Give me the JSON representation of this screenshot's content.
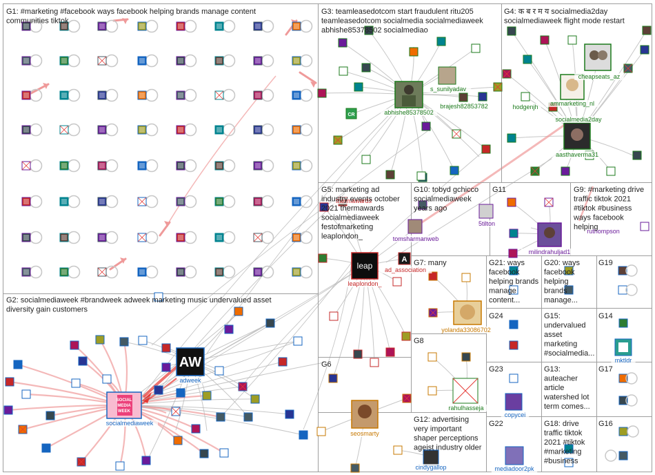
{
  "groups": [
    {
      "id": "G1",
      "title_lines": [
        "G1: #marketing #facebook ways facebook helping brands manage content",
        "communities tiktok"
      ]
    },
    {
      "id": "G2",
      "title_lines": [
        "G2: socialmediaweek #brandweek adweek marketing music undervalued asset",
        "diversity gain customers"
      ]
    },
    {
      "id": "G3",
      "title_lines": [
        "G3: teamleasedotcom start fraudulent ritu205",
        "teamleasedotcom socialmedia socialmediaweek",
        "abhishe85378502 socialmediao"
      ]
    },
    {
      "id": "G4",
      "title_lines": [
        "G4: क ब र म य socialmedia2day",
        "socialmediaweek flight mode restart"
      ]
    },
    {
      "id": "G5",
      "title_lines": [
        "G5: marketing ad",
        "industry events october",
        "2021 thermawards",
        "socialmediaweek",
        "festofmarketing",
        "leaplondon_"
      ]
    },
    {
      "id": "G6",
      "title_lines": [
        "G6"
      ]
    },
    {
      "id": "G7",
      "title_lines": [
        "G7: many"
      ]
    },
    {
      "id": "G8",
      "title_lines": [
        "G8"
      ]
    },
    {
      "id": "G9",
      "title_lines": [
        "G9: #marketing drive",
        "traffic tiktok 2021",
        "#tiktok #business",
        "ways facebook",
        "helping"
      ]
    },
    {
      "id": "G10",
      "title_lines": [
        "G10: tobyd gchicco",
        "socialmediaweek",
        "years ago"
      ]
    },
    {
      "id": "G11",
      "title_lines": [
        "G11"
      ]
    },
    {
      "id": "G12",
      "title_lines": [
        "G12: advertising",
        "very important",
        "shaper perceptions",
        "ageist industry older"
      ]
    },
    {
      "id": "G13",
      "title_lines": [
        "G13:",
        "auteacher",
        "article",
        "watershed lot",
        "term comes..."
      ]
    },
    {
      "id": "G14",
      "title_lines": [
        "G14"
      ]
    },
    {
      "id": "G15",
      "title_lines": [
        "G15:",
        "undervalued",
        "asset",
        "marketing",
        "#socialmedia..."
      ]
    },
    {
      "id": "G16",
      "title_lines": [
        "G16"
      ]
    },
    {
      "id": "G17",
      "title_lines": [
        "G17"
      ]
    },
    {
      "id": "G18",
      "title_lines": [
        "G18: drive",
        "traffic tiktok",
        "2021 #tiktok",
        "#marketing",
        "#business"
      ]
    },
    {
      "id": "G19",
      "title_lines": [
        "G19"
      ]
    },
    {
      "id": "G20",
      "title_lines": [
        "G20: ways",
        "facebook",
        "helping",
        "brands",
        "manage..."
      ]
    },
    {
      "id": "G21",
      "title_lines": [
        "G21: ways",
        "facebook",
        "helping brands",
        "manage",
        "content..."
      ]
    },
    {
      "id": "G22",
      "title_lines": [
        "G22"
      ]
    },
    {
      "id": "G23",
      "title_lines": [
        "G23"
      ]
    },
    {
      "id": "G24",
      "title_lines": [
        "G24"
      ]
    }
  ],
  "node_labels": [
    {
      "id": "adweek",
      "text": "adweek",
      "color": "#1565c0"
    },
    {
      "id": "socialmediaweek",
      "text": "socialmediaweek",
      "color": "#1565c0"
    },
    {
      "id": "abhishe85378502",
      "text": "abhishe85378502",
      "color": "#1b7a1b"
    },
    {
      "id": "s_sunilyadav",
      "text": "s_sunilyadav",
      "color": "#1b7a1b"
    },
    {
      "id": "brajesh82853782",
      "text": "brajesh82853782",
      "color": "#1b7a1b"
    },
    {
      "id": "hodgenjh",
      "text": "hodgenjh",
      "color": "#1b7a1b"
    },
    {
      "id": "ammarketing_nl",
      "text": "ammarketing_nl",
      "color": "#1b7a1b"
    },
    {
      "id": "cheapseats_az",
      "text": "cheapseats_az",
      "color": "#1b7a1b"
    },
    {
      "id": "socialmedia2day",
      "text": "socialmedia2day",
      "color": "#1b7a1b"
    },
    {
      "id": "aasthaverma31",
      "text": "aasthaverma31",
      "color": "#1b7a1b"
    },
    {
      "id": "leaplondon_",
      "text": "leaplondon_",
      "color": "#c62828"
    },
    {
      "id": "ad_association",
      "text": "ad_association",
      "color": "#c62828"
    },
    {
      "id": "thermawards",
      "text": "thermawards",
      "color": "#c62828"
    },
    {
      "id": "tomsharmanweb",
      "text": "tomsharmanweb",
      "color": "#6a1b9a"
    },
    {
      "id": "5tilton",
      "text": "5tilton",
      "color": "#6a1b9a"
    },
    {
      "id": "milindrahuljad1",
      "text": "milindrahuljad1",
      "color": "#6a1b9a"
    },
    {
      "id": "ruthompson",
      "text": "ruthompson",
      "color": "#6a1b9a"
    },
    {
      "id": "yolanda33086702",
      "text": "yolanda33086702",
      "color": "#c77800"
    },
    {
      "id": "rahulhasseja",
      "text": "rahulhasseja",
      "color": "#1b7a1b"
    },
    {
      "id": "seosmarty",
      "text": "seosmarty",
      "color": "#c77800"
    },
    {
      "id": "cindygallop",
      "text": "cindygallop",
      "color": "#1565c0"
    },
    {
      "id": "copycei",
      "text": "copycei",
      "color": "#1565c0"
    },
    {
      "id": "mediadoor2pk",
      "text": "mediadoor2pk",
      "color": "#1565c0"
    },
    {
      "id": "mktldr",
      "text": "mktldr",
      "color": "#1565c0"
    }
  ],
  "logos": {
    "adweek": "AW",
    "socialmediaweek": [
      "SOCIAL",
      "MEDIA",
      "WEEK"
    ],
    "leap": "leap",
    "ad_association": "A",
    "cr": "CR"
  },
  "colors": {
    "edge": "#b8b8b8",
    "edge_strong": "#ef9a9a",
    "arrow_red": "#e53935",
    "panel_border": "#9e9e9e"
  }
}
